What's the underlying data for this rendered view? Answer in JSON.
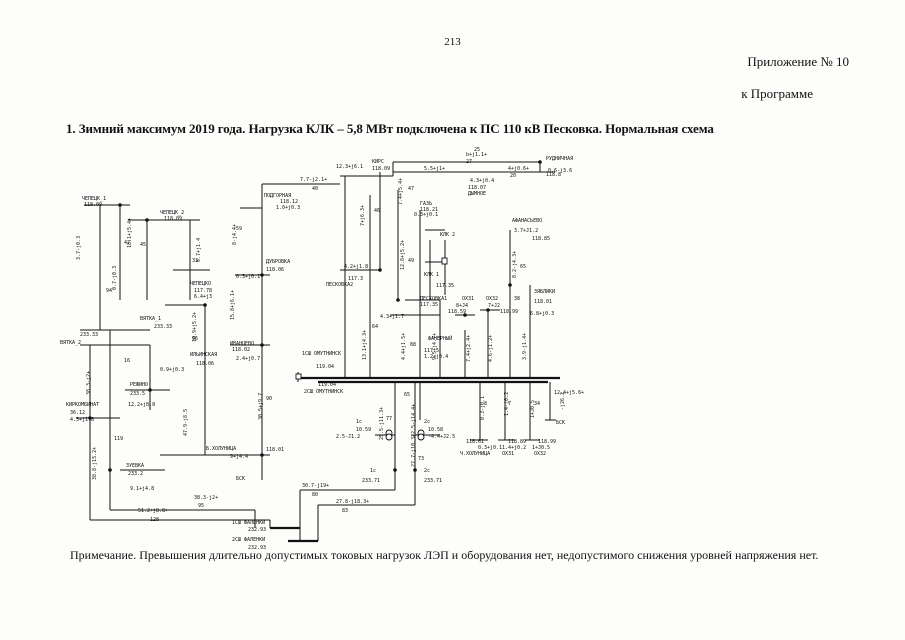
{
  "page": {
    "number": "213",
    "appendix": "Приложение № 10",
    "program": "к Программе",
    "title": "1. Зимний максимум 2019 года. Нагрузка КЛК – 5,8 МВт подключена к ПС 110 кВ Песковка. Нормальная схема",
    "note": "Примечание. Превышения длительно допустимых токовых нагрузок ЛЭП и оборудования нет, недопустимого снижения уровней напряжения нет."
  },
  "substations": [
    {
      "id": "chepecka1",
      "name": "ЧЕПЕЦК_1",
      "voltage": "118.09"
    },
    {
      "id": "chepecka2",
      "name": "ЧЕПЕЦК_2",
      "voltage": "118.09"
    },
    {
      "id": "podgornaya",
      "name": "ПОДГОРНАЯ",
      "voltage": "118.12",
      "load": "1.0+j0.3"
    },
    {
      "id": "dubrovka",
      "name": "ДУБРОВКА",
      "voltage": "118.06",
      "load": "0.3+j0.1"
    },
    {
      "id": "chepecko",
      "name": "ЧЕПЕЦКО",
      "voltage": "117.78",
      "load": "6.4+j3"
    },
    {
      "id": "vyatka1",
      "name": "ВЯТКА_1",
      "voltage": "233.33"
    },
    {
      "id": "vyatka2",
      "name": "ВЯТКА_2",
      "voltage": "233.33"
    },
    {
      "id": "ilyinskaya",
      "name": "ИЛЬИНСКАЯ",
      "voltage": "118.06",
      "load": "0.9+j0.3"
    },
    {
      "id": "ivantsevo",
      "name": "ИВАНЦЕВО",
      "voltage": "118.02",
      "load": "2.4+j0.7"
    },
    {
      "id": "rezhino",
      "name": "РЕЖИНО",
      "voltage": "233.5",
      "load": "12.2+j8.8"
    },
    {
      "id": "kirkombinat",
      "name": "КИРКОМБИНАТ",
      "voltage": "36.12",
      "load": "4.3+j1.8"
    },
    {
      "id": "zuevka",
      "name": "ЗУЕВКА",
      "voltage": "233.2",
      "load": "9.1+j4.8"
    },
    {
      "id": "kholunitsa",
      "name": "Б.ХОЛУНИЦА",
      "voltage": "118.01",
      "load": "9+j4.4"
    },
    {
      "id": "kirs",
      "name": "КИРС",
      "voltage": "118.09"
    },
    {
      "id": "rudnichnaya",
      "name": "РУДНИЧНАЯ",
      "voltage": "118.8"
    },
    {
      "id": "dymnoe",
      "name": "ДЫМНОЕ",
      "voltage": "118.07",
      "load": "4.3+j0.4"
    },
    {
      "id": "gaz",
      "name": "ГАЗЬ",
      "voltage": "118.21",
      "load": "0.3+j0.1"
    },
    {
      "id": "klk2",
      "name": "КЛК 2",
      "voltage": ""
    },
    {
      "id": "klk1",
      "name": "КЛК 1",
      "voltage": "117.35"
    },
    {
      "id": "peskovka2",
      "name": "ПЕСКОВКА2",
      "voltage": "117.3",
      "load": "4.2+j1.8"
    },
    {
      "id": "peskovka1",
      "name": "ПЕСКОВКА1",
      "voltage": "117.35",
      "load": "4.3+j1.7"
    },
    {
      "id": "fanerny",
      "name": "ФАНЕРНЫЙ",
      "voltage": "117.5",
      "load": "1.2+j0.4"
    },
    {
      "id": "ohz1",
      "name": "ОХЗ1",
      "voltage": "118.59",
      "load": "8+J4"
    },
    {
      "id": "ohz2",
      "name": "ОХЗ2",
      "voltage": "118.99",
      "load": "7+J2"
    },
    {
      "id": "afanasevo",
      "name": "АФАНАСЬЕВО",
      "voltage": "118.85",
      "load": "3.7+J1.2"
    },
    {
      "id": "zyabliki",
      "name": "ЗЯБЛИКИ",
      "voltage": "118.01",
      "load": "6.8+j0.3"
    },
    {
      "id": "omutninsk1",
      "name": "1СШ ОМУТНИНСК",
      "voltage": "119.04"
    },
    {
      "id": "omutninsk2",
      "name": "2СШ ОМУТНИНСК",
      "voltage": "119.04"
    },
    {
      "id": "ch_kholunitsa",
      "name": "Ч.ХОЛУНИЦА",
      "voltage": "118.61",
      "load": "0.3+j0.1"
    },
    {
      "id": "ohz1b",
      "name": "ОХЗ1",
      "voltage": "118.89",
      "load": "1.4+j0.2"
    },
    {
      "id": "ohz2b",
      "name": "ОХЗ2",
      "voltage": "118.99",
      "load": "1+J0.5"
    },
    {
      "id": "faleki1",
      "name": "1СШ ФАЛЕНКИ",
      "voltage": "232.93"
    },
    {
      "id": "faleki2",
      "name": "2СШ ФАЛЕНКИ",
      "voltage": "232.93"
    },
    {
      "id": "trafo1c",
      "name": "1с",
      "voltage": "10.59",
      "load": "2.5-J1.2"
    },
    {
      "id": "trafo2c",
      "name": "2с",
      "voltage": "10.58",
      "load": "-4.4+J2.5"
    },
    {
      "id": "trafo1c_hv",
      "name": "1с",
      "voltage": "233.71"
    },
    {
      "id": "trafo2c_hv",
      "name": "2с",
      "voltage": "233.71"
    }
  ],
  "flows": [
    {
      "id": "f1",
      "value": "12.3+j6.1"
    },
    {
      "id": "f2",
      "value": "5.5+j1+"
    },
    {
      "id": "f3",
      "value": "b+j1.1+"
    },
    {
      "id": "f4",
      "value": "4+j0.6+"
    },
    {
      "id": "f5",
      "value": "0.6-j3.6"
    },
    {
      "id": "f6",
      "value": "7.7-j2.1+"
    },
    {
      "id": "f7",
      "value": "8-j4.4+"
    },
    {
      "id": "f8",
      "value": "6.7+j1.4"
    },
    {
      "id": "f9",
      "value": "7+j6.3+"
    },
    {
      "id": "f10",
      "value": "7.4+j5.4+"
    },
    {
      "id": "f11",
      "value": "12.8+j5.2+"
    },
    {
      "id": "f12",
      "value": "13.1+j4.3+"
    },
    {
      "id": "f13",
      "value": "4.4+j1.5+"
    },
    {
      "id": "f14",
      "value": "9.5+j4.7+"
    },
    {
      "id": "f15",
      "value": "7.4+j2.4+"
    },
    {
      "id": "f16",
      "value": "4.6-j1.2+"
    },
    {
      "id": "f17",
      "value": "3.9-j1.4+"
    },
    {
      "id": "f18",
      "value": "8.2-j4.3+"
    },
    {
      "id": "f19",
      "value": "15.8+j6.1+"
    },
    {
      "id": "f20",
      "value": "10.9+j5.2+"
    },
    {
      "id": "f21",
      "value": "30.5+j9.7"
    },
    {
      "id": "f22",
      "value": "47.9-j8.5"
    },
    {
      "id": "f23",
      "value": "38.8-j15.2+"
    },
    {
      "id": "f24",
      "value": "38.3-j2+"
    },
    {
      "id": "f25",
      "value": "51.2+j8.8+"
    },
    {
      "id": "f26",
      "value": "30.7-j19+"
    },
    {
      "id": "f27",
      "value": "27.8-j18.3+"
    },
    {
      "id": "f28",
      "value": "25.5-j11.3+"
    },
    {
      "id": "f29",
      "value": "22.5-j14.4+"
    },
    {
      "id": "f30",
      "value": "27.7-j10.3+"
    },
    {
      "id": "f31",
      "value": "0.3-j0.1"
    },
    {
      "id": "f32",
      "value": "1.4-j0.2"
    },
    {
      "id": "f33",
      "value": "1+J0.5"
    },
    {
      "id": "f34",
      "value": "-j26.2"
    },
    {
      "id": "f35",
      "value": "12.4+j5.6+"
    },
    {
      "id": "f36",
      "value": "18.1+j5.4+"
    },
    {
      "id": "f37",
      "value": "3.7-j0.3"
    },
    {
      "id": "f38",
      "value": "0.7-j0.3"
    }
  ],
  "currents": [
    "40",
    "27",
    "25",
    "20",
    "46",
    "47",
    "49",
    "64",
    "88",
    "33",
    "16",
    "96",
    "119",
    "90",
    "59",
    "95",
    "128",
    "80",
    "83",
    "77",
    "73",
    "65",
    "38",
    "34",
    "8",
    "7",
    "58",
    "91",
    "58",
    "128",
    "47",
    "94",
    "45"
  ],
  "bck": [
    "БСК",
    "БСК"
  ]
}
